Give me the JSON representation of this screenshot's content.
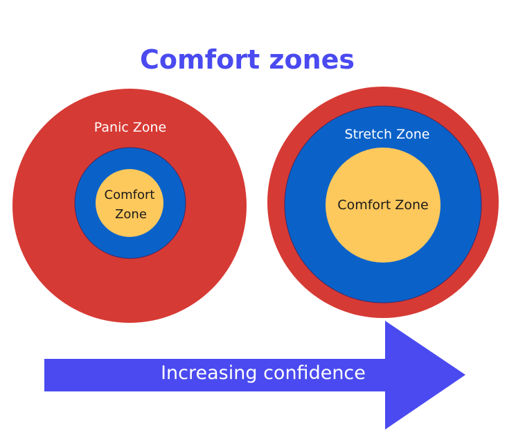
{
  "title": "Comfort zones",
  "left_diagram": {
    "outer_label": "Panic Zone",
    "inner_label_line1": "Comfort",
    "inner_label_line2": "Zone"
  },
  "right_diagram": {
    "middle_label": "Stretch Zone",
    "inner_label": "Comfort Zone"
  },
  "arrow": {
    "label": "Increasing confidence"
  },
  "colors": {
    "title": "#4a4af0",
    "panic": "#d63a34",
    "stretch": "#0a62c9",
    "comfort": "#fdc85c",
    "arrow": "#4a4af0",
    "outline": "#3a2a6a",
    "light_text": "#ffffff",
    "dark_text": "#1a1a1a"
  }
}
